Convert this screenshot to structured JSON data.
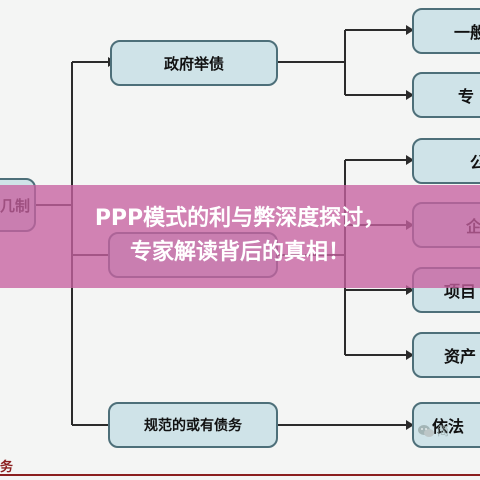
{
  "diagram": {
    "nodes": {
      "root": "几制",
      "gov_debt": "政府举债",
      "standard_debt": "规范的或有债务",
      "leaf1": "一般",
      "leaf2": "专",
      "leaf3": "公",
      "leaf4": "企",
      "leaf5": "项目",
      "leaf6": "资产",
      "leaf7": "依法"
    }
  },
  "headline": {
    "line1": "PPP模式的利与弊深度探讨，",
    "line2": "专家解读背后的真相！"
  },
  "footer": {
    "text": "务"
  },
  "watermark": {
    "text": "简",
    "icon": "wechat-icon"
  },
  "colors": {
    "node_fill": "#cfe3e8",
    "node_border": "#4d6f79",
    "line": "#2b2b2b",
    "overlay": "#c761a0",
    "footer_red": "#8b1f1f"
  }
}
